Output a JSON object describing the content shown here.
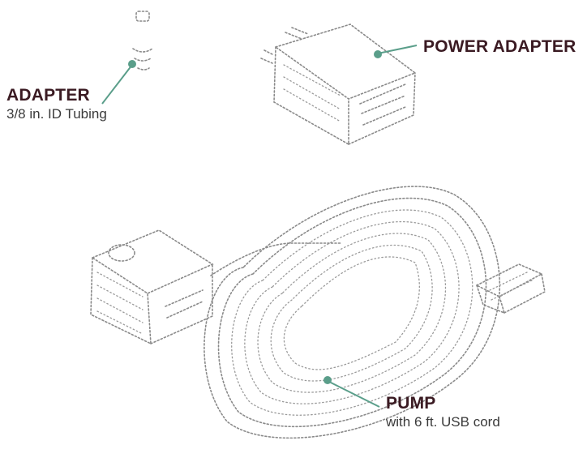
{
  "components": {
    "adapter": {
      "name": "ADAPTER",
      "detail": "3/8 in. ID Tubing"
    },
    "power_adapter": {
      "name": "POWER ADAPTER"
    },
    "pump": {
      "name": "PUMP",
      "detail": "with 6 ft. USB cord"
    }
  },
  "colors": {
    "label_text": "#3a1a22",
    "leader": "#5a9e8a",
    "sketch": "#8a8a8a"
  }
}
